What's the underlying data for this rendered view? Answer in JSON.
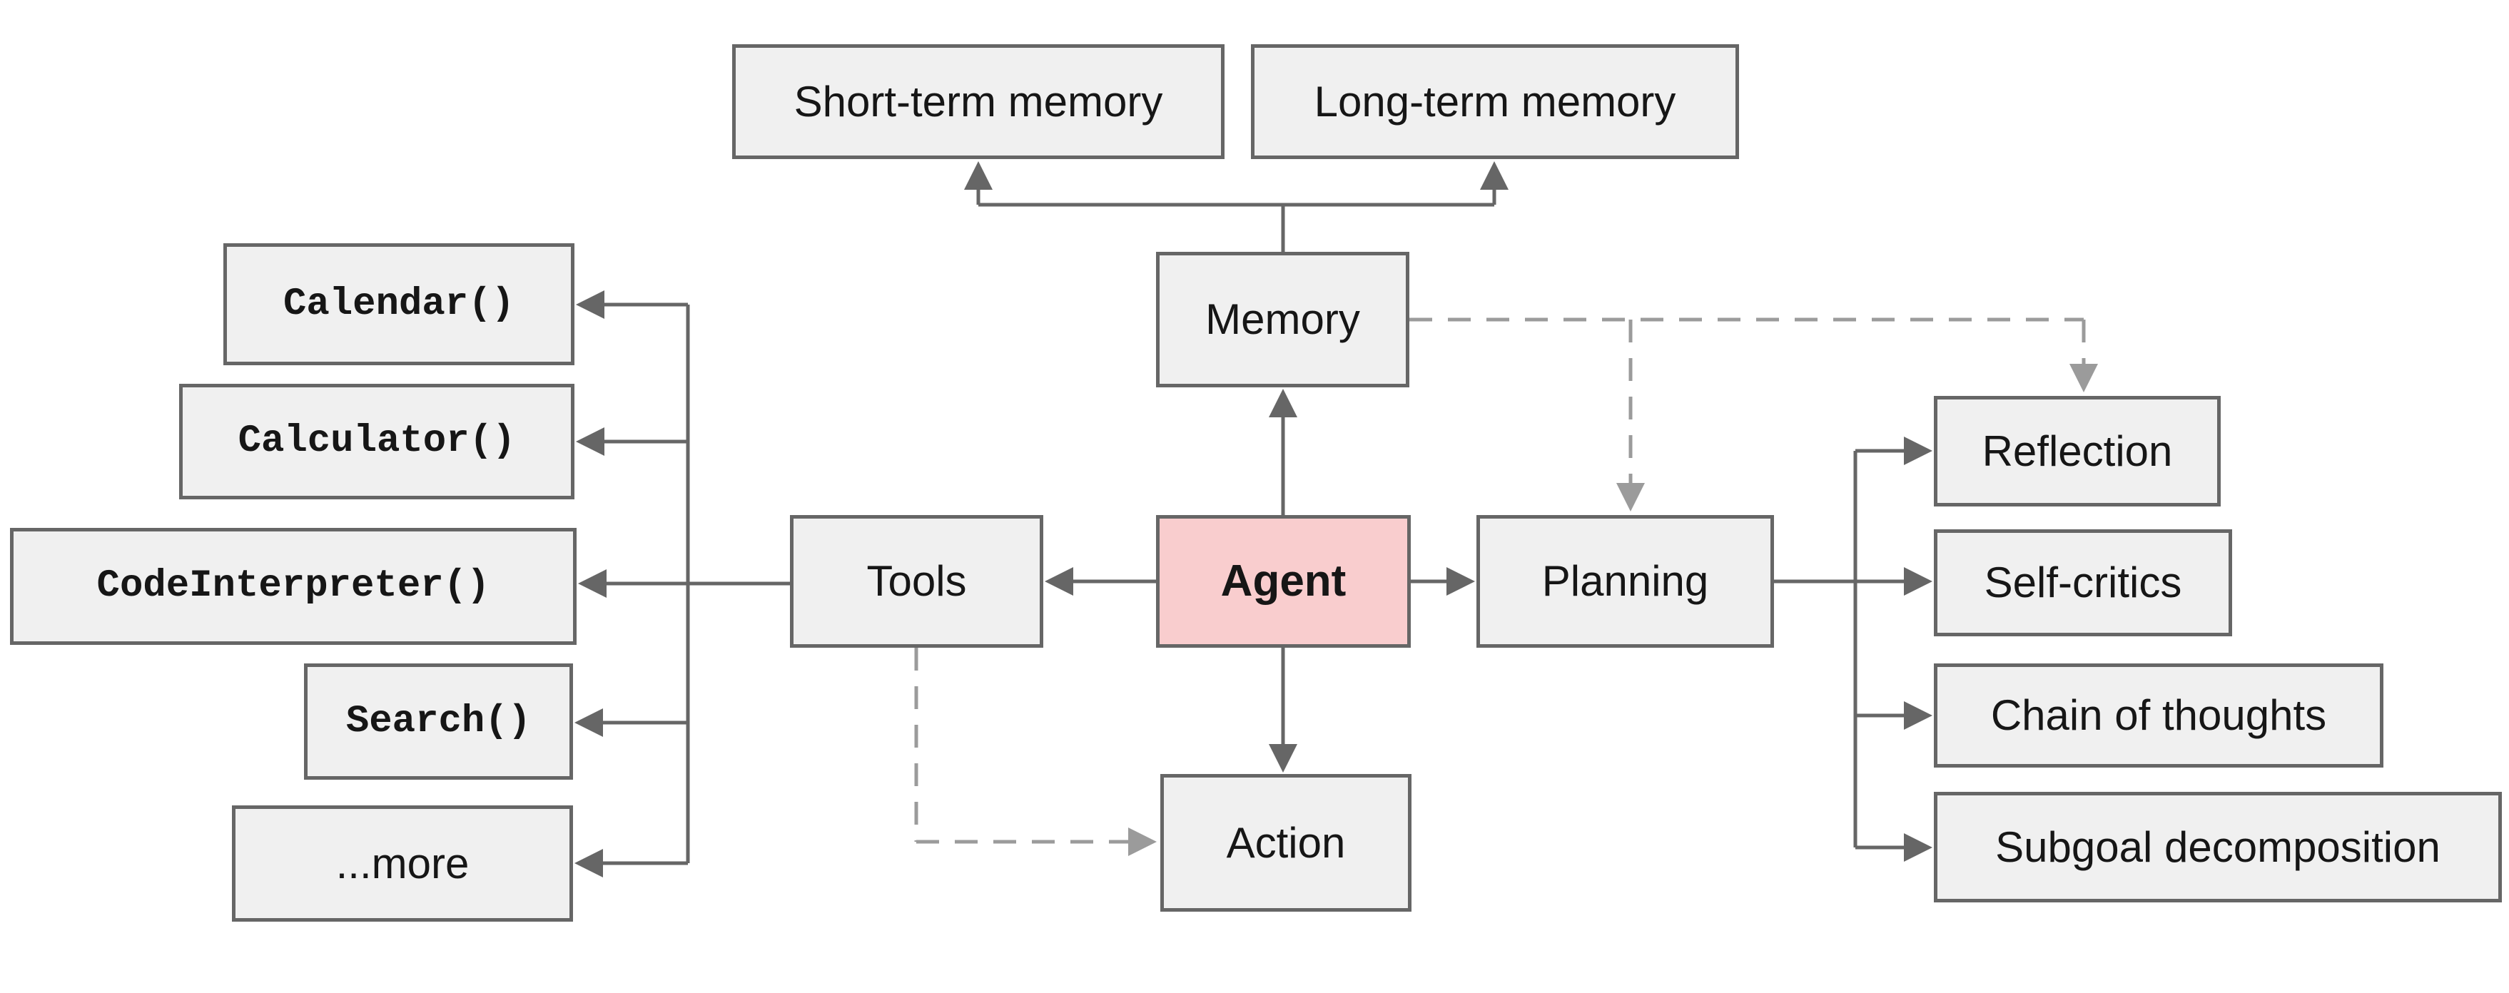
{
  "nodes": {
    "short_term": {
      "label": "Short-term memory"
    },
    "long_term": {
      "label": "Long-term memory"
    },
    "memory": {
      "label": "Memory"
    },
    "tools": {
      "label": "Tools"
    },
    "agent": {
      "label": "Agent"
    },
    "planning": {
      "label": "Planning"
    },
    "action": {
      "label": "Action"
    },
    "calendar": {
      "label": "Calendar()"
    },
    "calculator": {
      "label": "Calculator()"
    },
    "code_interpreter": {
      "label": "CodeInterpreter()"
    },
    "search": {
      "label": "Search()"
    },
    "more": {
      "label": "...more"
    },
    "reflection": {
      "label": "Reflection"
    },
    "self_critics": {
      "label": "Self-critics"
    },
    "chain_of_thoughts": {
      "label": "Chain of thoughts"
    },
    "subgoal": {
      "label": "Subgoal decomposition"
    }
  },
  "edges": [
    {
      "from": "agent",
      "to": "memory",
      "style": "solid"
    },
    {
      "from": "agent",
      "to": "tools",
      "style": "solid"
    },
    {
      "from": "agent",
      "to": "planning",
      "style": "solid"
    },
    {
      "from": "agent",
      "to": "action",
      "style": "solid"
    },
    {
      "from": "memory",
      "to": "short_term",
      "style": "solid"
    },
    {
      "from": "memory",
      "to": "long_term",
      "style": "solid"
    },
    {
      "from": "tools",
      "to": "calendar",
      "style": "solid"
    },
    {
      "from": "tools",
      "to": "calculator",
      "style": "solid"
    },
    {
      "from": "tools",
      "to": "code_interpreter",
      "style": "solid"
    },
    {
      "from": "tools",
      "to": "search",
      "style": "solid"
    },
    {
      "from": "tools",
      "to": "more",
      "style": "solid"
    },
    {
      "from": "planning",
      "to": "reflection",
      "style": "solid"
    },
    {
      "from": "planning",
      "to": "self_critics",
      "style": "solid"
    },
    {
      "from": "planning",
      "to": "chain_of_thoughts",
      "style": "solid"
    },
    {
      "from": "planning",
      "to": "subgoal",
      "style": "solid"
    },
    {
      "from": "memory",
      "to": "planning",
      "style": "dashed"
    },
    {
      "from": "memory",
      "to": "reflection",
      "style": "dashed"
    },
    {
      "from": "tools",
      "to": "action",
      "style": "dashed"
    }
  ],
  "colors": {
    "background": "#ffffff",
    "node_fill": "#f0f0f0",
    "agent_fill": "#f9cdce",
    "node_border": "#666666",
    "solid_arrow": "#666666",
    "dashed_arrow": "#9b9b9b",
    "text": "#161616"
  }
}
